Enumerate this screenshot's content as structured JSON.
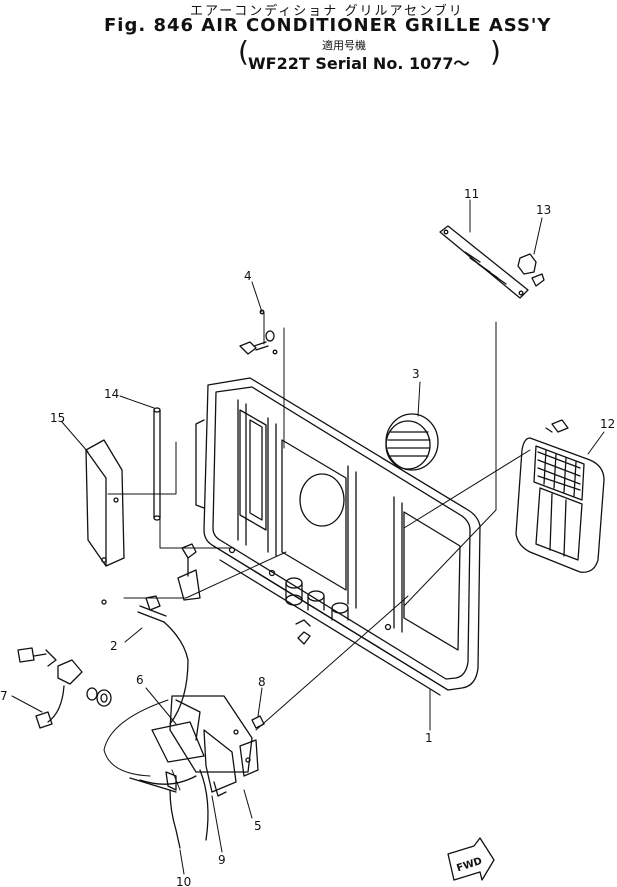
{
  "header": {
    "title_jp": "エアーコンディショナ グリルアセンブリ",
    "title": "Fig. 846 AIR CONDITIONER GRILLE ASS'Y",
    "applicable_label": "適用号機",
    "serial": "WF22T Serial No. 1077～"
  },
  "callouts": [
    "1",
    "2",
    "3",
    "4",
    "5",
    "6",
    "7",
    "8",
    "9",
    "10",
    "11",
    "12",
    "13",
    "14",
    "15"
  ],
  "fwd": "FWD"
}
